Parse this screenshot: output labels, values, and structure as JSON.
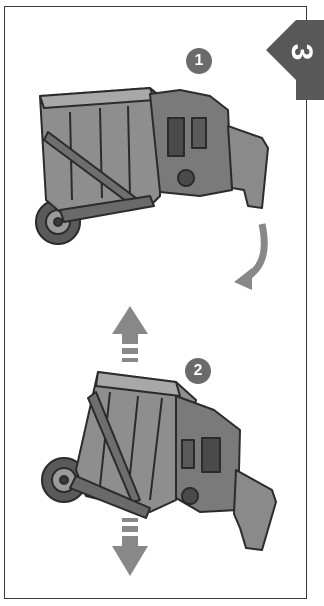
{
  "step": {
    "number": "3"
  },
  "illustrations": [
    {
      "label": "1",
      "icon": "upright-unit-icon"
    },
    {
      "label": "2",
      "icon": "tilted-unit-icon"
    }
  ],
  "arrows": [
    "curved-arrow-down-icon",
    "up-arrow-icon",
    "down-arrow-icon"
  ],
  "colors": {
    "tab": "#585858",
    "badge": "#6b6b6b",
    "unit_fill": "#8a8a8a",
    "outline": "#2b2b2b"
  }
}
